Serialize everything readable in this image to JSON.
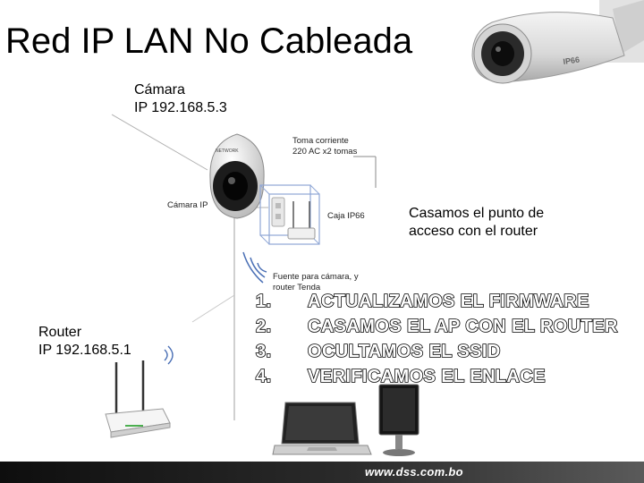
{
  "slide": {
    "title": "Red IP LAN No Cableada"
  },
  "labels": {
    "camera_name": "Cámara",
    "camera_ip": "IP 192.168.5.3",
    "router_name": "Router",
    "router_ip": "IP 192.168.5.1",
    "pairing_note": "Casamos el punto de\nacceso con el router"
  },
  "diagram": {
    "camara_ip": "Cámara IP",
    "toma_corriente": "Toma corriente\n220 AC x2 tomas",
    "caja_ip66": "Caja IP66",
    "fuente": "Fuente para cámara, y\nrouter Tenda"
  },
  "steps": [
    {
      "num": "1.",
      "text": "ACTUALIZAMOS EL FIRMWARE"
    },
    {
      "num": "2.",
      "text": "CASAMOS EL AP CON EL ROUTER"
    },
    {
      "num": "3.",
      "text": "OCULTAMOS EL SSID"
    },
    {
      "num": "4.",
      "text": "VERIFICAMOS EL ENLACE"
    }
  ],
  "footer": {
    "url": "www.dss.com.bo"
  },
  "colors": {
    "footer_bg": "#1a1a1a",
    "wifi_waves": "#4a6fb5",
    "box_outline": "#8fa6d6"
  },
  "icons": [
    "bullet-camera-icon",
    "dome-camera-icon",
    "access-point-icon",
    "router-icon",
    "laptop-icon",
    "monitor-icon",
    "wifi-signal-icon"
  ]
}
